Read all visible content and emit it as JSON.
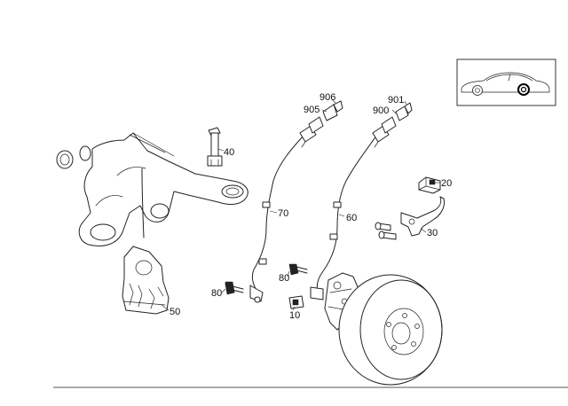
{
  "callouts": {
    "p40": "40",
    "p20": "20",
    "p30": "30",
    "p70": "70",
    "p60": "60",
    "p50": "50",
    "p80a": "80",
    "p80b": "80",
    "p10": "10",
    "p905": "905",
    "p906": "906",
    "p900": "900",
    "p901": "901"
  },
  "colors": {
    "line": "#222222",
    "background": "#ffffff"
  }
}
